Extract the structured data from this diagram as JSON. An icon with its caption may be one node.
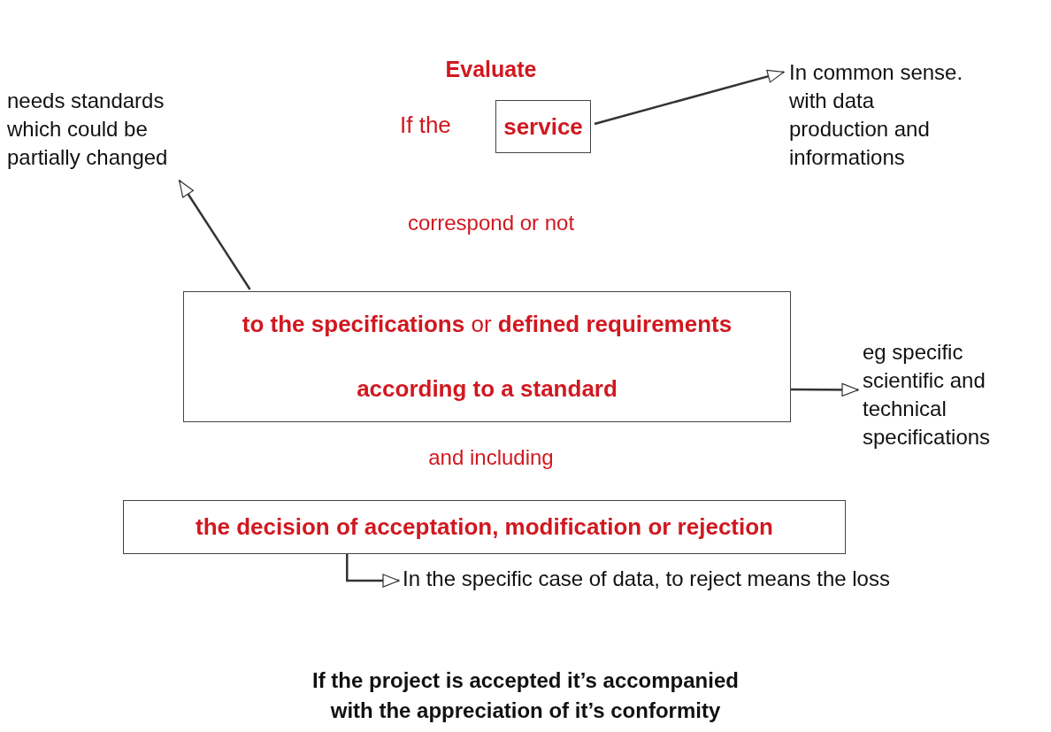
{
  "diagram": {
    "title": "Evaluate",
    "caption": "If the project is accepted it’s accompanied with the appreciation of it’s conformity",
    "nodes": [
      {
        "text": [
          "needs standards which could be partially changed"
        ]
      },
      {
        "text": [
          "service"
        ],
        "beside": [
          "If the"
        ]
      },
      {
        "text": [
          "In common sense. with data production and informations"
        ]
      },
      {
        "text": [
          "**to the specifications** or **defined requirements**",
          "according to a standard"
        ]
      },
      {
        "text": [
          "eg specific scientific and technical specifications"
        ]
      },
      {
        "text": [
          "the decision of acceptation, modification or rejection"
        ]
      },
      {
        "text": [
          "In the specific case of data, to reject means the loss"
        ]
      }
    ],
    "edges": [
      {
        "from": 1,
        "to": 2,
        "arrow": "to"
      },
      {
        "from": 3,
        "to": 0,
        "arrow": "to"
      },
      {
        "from": 3,
        "to": 4,
        "arrow": "to"
      },
      {
        "from": 5,
        "to": 6,
        "arrow": "to"
      }
    ],
    "labels": [
      "correspond or not",
      "and including"
    ]
  }
}
